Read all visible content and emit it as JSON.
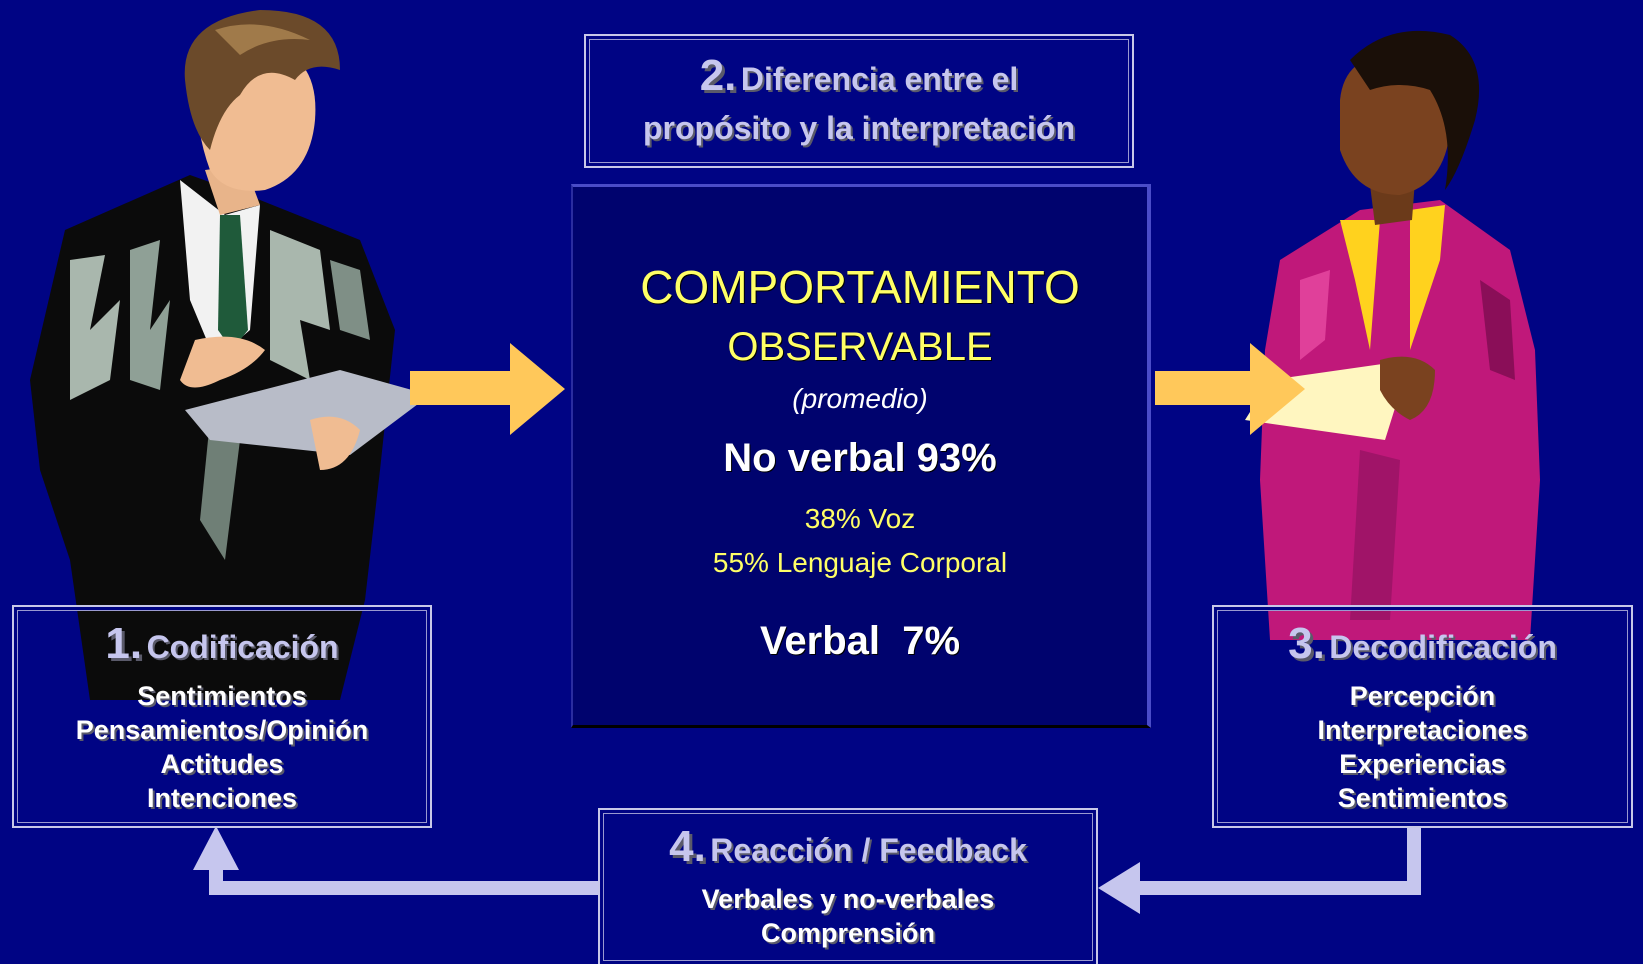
{
  "colors": {
    "background": "#000484",
    "accent_yellow": "#ffff66",
    "arrow_orange": "#ffc85a",
    "frame": "#c8c8e8",
    "lilac": "#c6c6ee"
  },
  "step2": {
    "num": "2.",
    "line1": "Diferencia entre el",
    "line2": "propósito y la interpretación"
  },
  "center": {
    "title1": "COMPORTAMIENTO",
    "title2": "OBSERVABLE",
    "subtitle": "(promedio)",
    "nonverbal": "No verbal 93%",
    "voice": "38% Voz",
    "body": "55% Lenguaje Corporal",
    "verbal": "Verbal  7%"
  },
  "step1": {
    "num": "1.",
    "title": "Codificación",
    "items": [
      "Sentimientos",
      "Pensamientos/Opinión",
      "Actitudes",
      "Intenciones"
    ]
  },
  "step3": {
    "num": "3.",
    "title": "Decodificación",
    "items": [
      "Percepción",
      "Interpretaciones",
      "Experiencias",
      "Sentimientos"
    ]
  },
  "step4": {
    "num": "4.",
    "title": "Reacción / Feedback",
    "items": [
      "Verbales y no-verbales",
      "Comprensión"
    ]
  },
  "icons": {
    "sender": "businessman-clipart",
    "receiver": "businesswoman-clipart",
    "arrow1": "right-arrow-icon",
    "arrow2": "right-arrow-icon"
  }
}
